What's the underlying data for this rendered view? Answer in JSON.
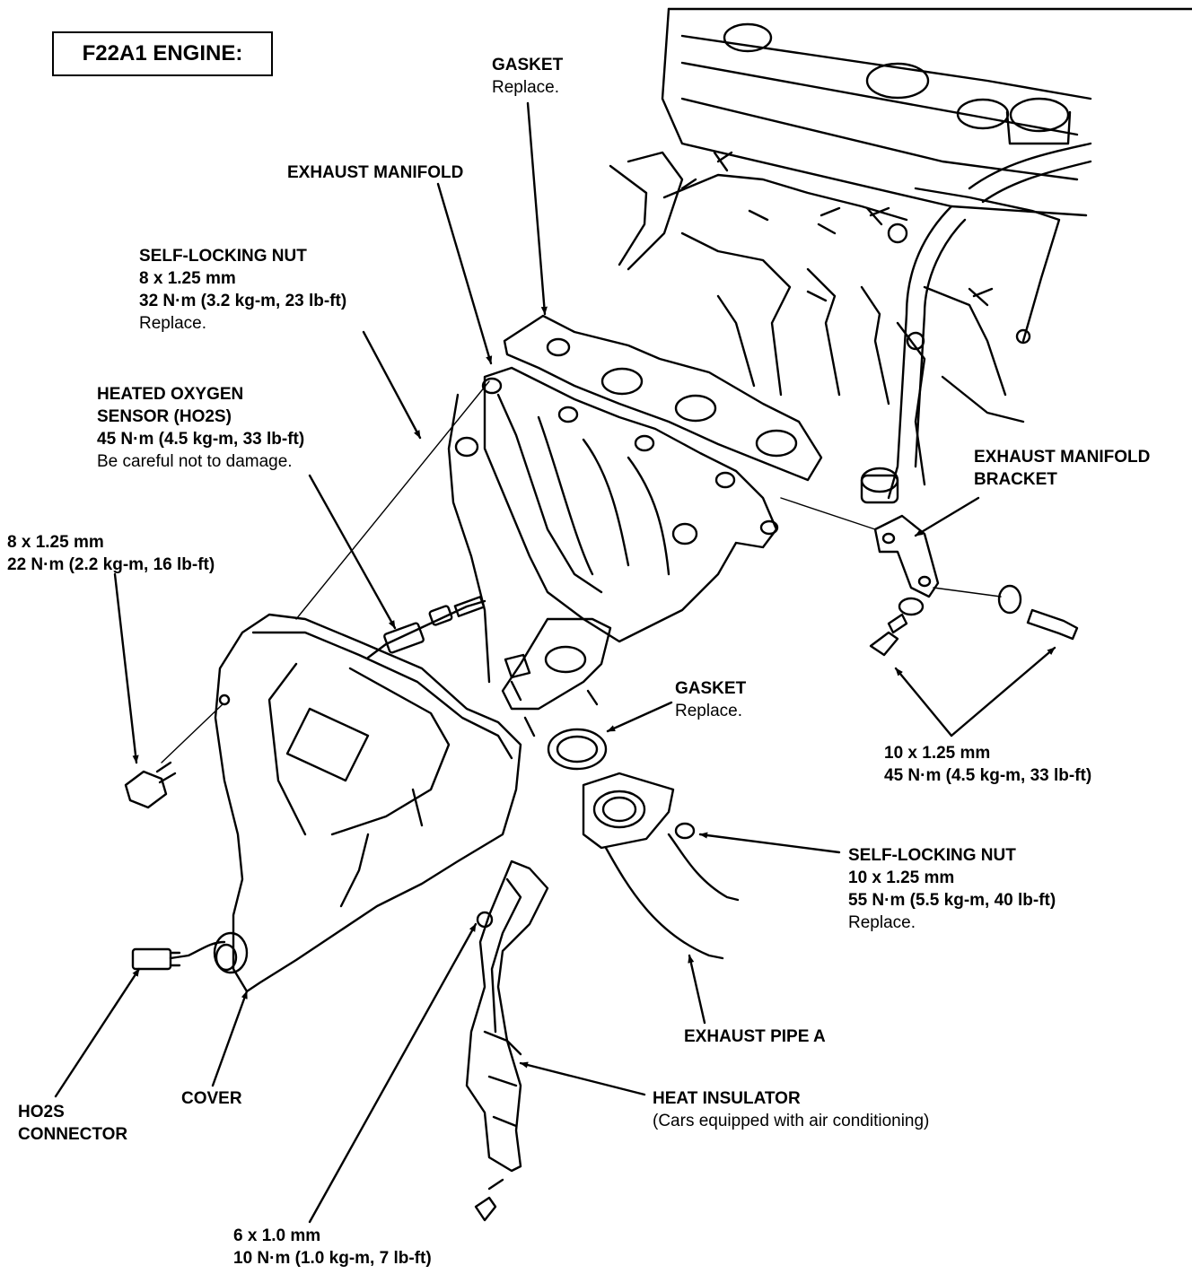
{
  "title": "F22A1 ENGINE:",
  "labels": {
    "gasket_top": {
      "name": "GASKET",
      "note": "Replace."
    },
    "exhaust_manifold": {
      "name": "EXHAUST MANIFOLD"
    },
    "self_locking_nut_top": {
      "name": "SELF-LOCKING NUT",
      "size": "8 x 1.25 mm",
      "torque": "32 N·m (3.2 kg-m, 23 lb-ft)",
      "note": "Replace."
    },
    "ho2s": {
      "name_line1": "HEATED OXYGEN",
      "name_line2": "SENSOR (HO2S)",
      "torque": "45 N·m (4.5 kg-m, 33 lb-ft)",
      "note": "Be careful not to damage."
    },
    "bolt_8": {
      "size": "8 x 1.25 mm",
      "torque": "22 N·m (2.2 kg-m, 16 lb-ft)"
    },
    "bracket": {
      "name_line1": "EXHAUST MANIFOLD",
      "name_line2": "BRACKET"
    },
    "gasket_lower": {
      "name": "GASKET",
      "note": "Replace."
    },
    "bolt_10": {
      "size": "10 x 1.25 mm",
      "torque": "45 N·m (4.5 kg-m, 33 lb-ft)"
    },
    "self_locking_nut_lower": {
      "name": "SELF-LOCKING NUT",
      "size": "10 x 1.25 mm",
      "torque": "55 N·m (5.5 kg-m, 40 lb-ft)",
      "note": "Replace."
    },
    "exhaust_pipe": {
      "name": "EXHAUST PIPE A"
    },
    "heat_insulator": {
      "name": "HEAT INSULATOR",
      "note": "(Cars equipped with air conditioning)"
    },
    "cover": {
      "name": "COVER"
    },
    "ho2s_connector": {
      "name_line1": "HO2S",
      "name_line2": "CONNECTOR"
    },
    "bolt_6": {
      "size": "6 x 1.0 mm",
      "torque": "10 N·m (1.0 kg-m, 7 lb-ft)"
    }
  }
}
